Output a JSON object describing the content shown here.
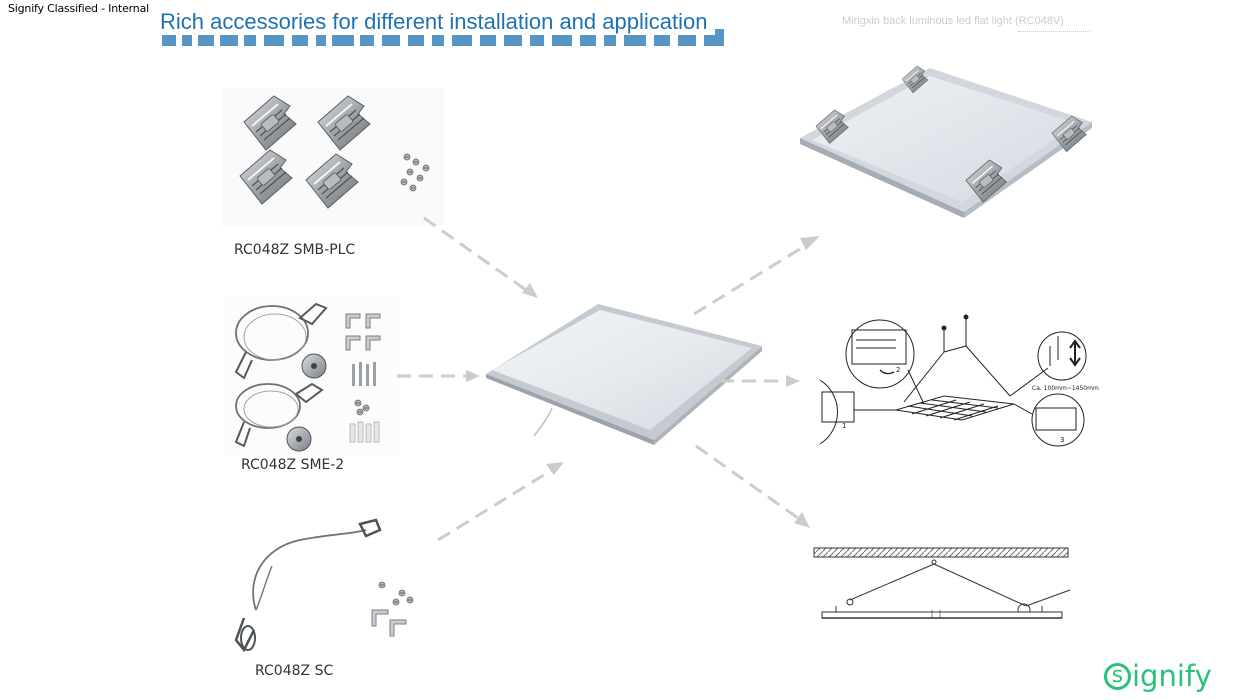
{
  "header": {
    "classification": "Signify Classified - Internal",
    "title": "Rich accessories for different installation and application",
    "subtitle": "Mingxin back luminous led flat light (RC048V)"
  },
  "accessories": [
    {
      "label": "RC048Z SMB-PLC",
      "icon": "spring-clips-icon"
    },
    {
      "label": "RC048Z SME-2",
      "icon": "suspension-kit-icon"
    },
    {
      "label": "RC048Z SC",
      "icon": "safety-cable-icon"
    }
  ],
  "applications": [
    {
      "icon": "recessed-installation-icon"
    },
    {
      "icon": "suspended-installation-diagram-icon"
    },
    {
      "icon": "surface-cable-diagram-icon"
    }
  ],
  "diagram_text": {
    "suspension_height": "Ca. 100mm~1450mm"
  },
  "brand": {
    "logo_letter": "s",
    "logo_rest": "ignify",
    "color": "#28c27a"
  },
  "colors": {
    "title": "#1f72b2",
    "arrow": "#cccccc"
  }
}
